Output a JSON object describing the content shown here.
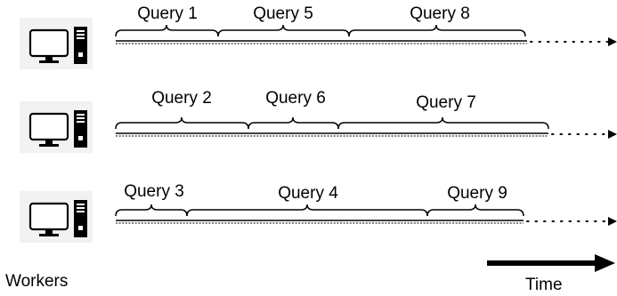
{
  "footer": {
    "workers_label": "Workers",
    "time_label": "Time"
  },
  "workers": [
    {
      "queries": [
        "Query 1",
        "Query 5",
        "Query 8"
      ]
    },
    {
      "queries": [
        "Query 2",
        "Query 6",
        "Query 7"
      ]
    },
    {
      "queries": [
        "Query 3",
        "Query 4",
        "Query 9"
      ]
    }
  ]
}
